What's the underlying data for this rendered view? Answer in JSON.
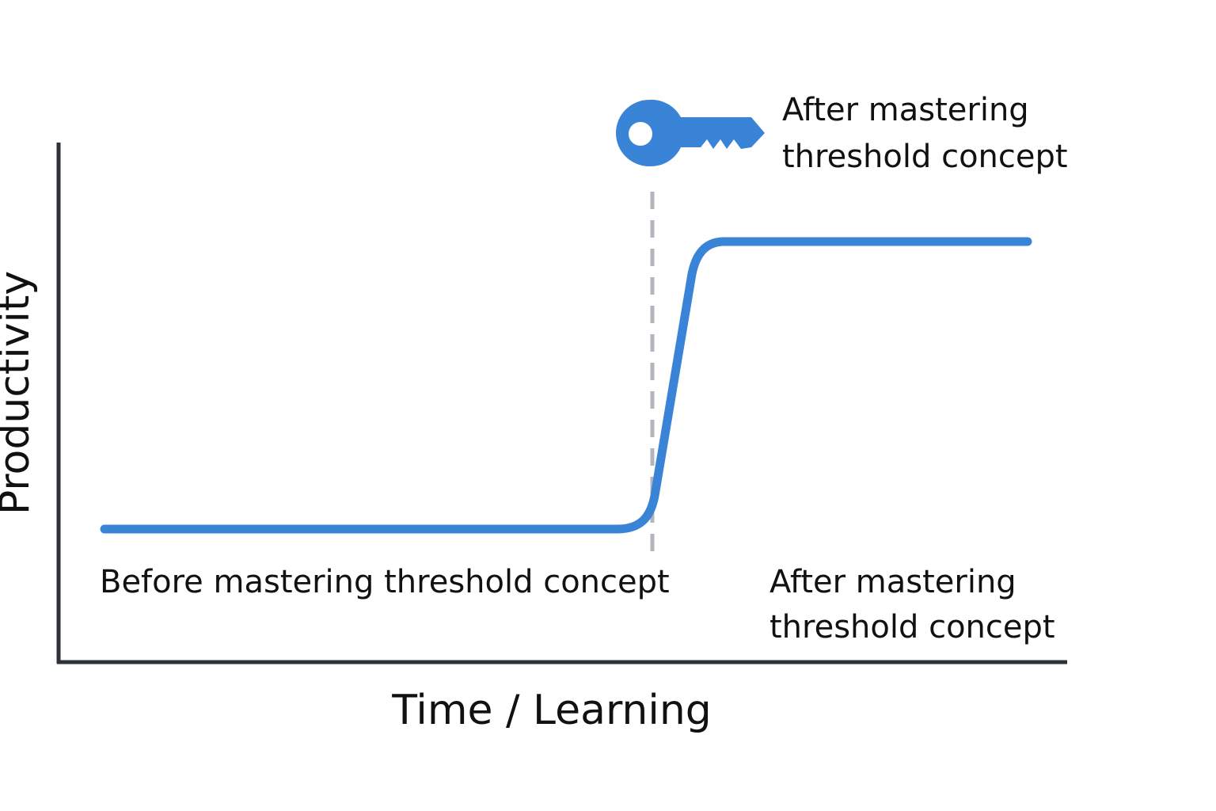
{
  "chart_data": {
    "type": "line",
    "xlabel": "Time / Learning",
    "ylabel": "Productivity",
    "grid": false,
    "series": [
      {
        "color": "#3a84d8",
        "points": [
          {
            "x": 0,
            "y": 0
          },
          {
            "x": 55,
            "y": 0
          },
          {
            "x": 60,
            "y": 1
          },
          {
            "x": 100,
            "y": 1
          }
        ]
      }
    ],
    "threshold_marker": {
      "x": 55,
      "style": "dashed",
      "color": "#b4b4bc",
      "icon": "key-icon",
      "icon_color": "#3a84d8",
      "label_lines": [
        "After mastering",
        "threshold concept"
      ]
    },
    "annotations": {
      "before": {
        "lines": [
          "Before mastering threshold concept"
        ]
      },
      "after": {
        "lines": [
          "After mastering",
          "threshold concept"
        ]
      }
    },
    "colors": {
      "axis": "#2b3238",
      "line": "#3a84d8",
      "dashed": "#b4b4bc"
    }
  }
}
